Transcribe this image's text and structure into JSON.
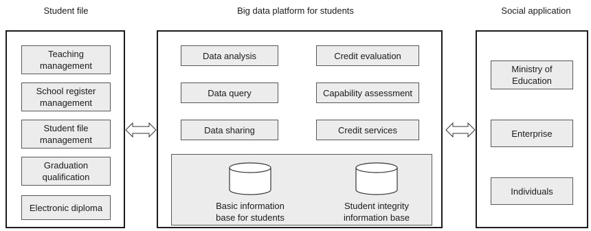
{
  "headings": {
    "left": "Student file",
    "center": "Big data platform for students",
    "right": "Social application"
  },
  "left_panel": {
    "items": [
      "Teaching\nmanagement",
      "School register\nmanagement",
      "Student file\nmanagement",
      "Graduation\nqualification",
      "Electronic diploma"
    ]
  },
  "center_panel": {
    "functions": [
      "Data analysis",
      "Credit evaluation",
      "Data query",
      "Capability assessment",
      "Data sharing",
      "Credit services"
    ],
    "databases": [
      "Basic information\nbase for students",
      "Student integrity\ninformation base"
    ]
  },
  "right_panel": {
    "items": [
      "Ministry of\nEducation",
      "Enterprise",
      "Individuals"
    ]
  }
}
